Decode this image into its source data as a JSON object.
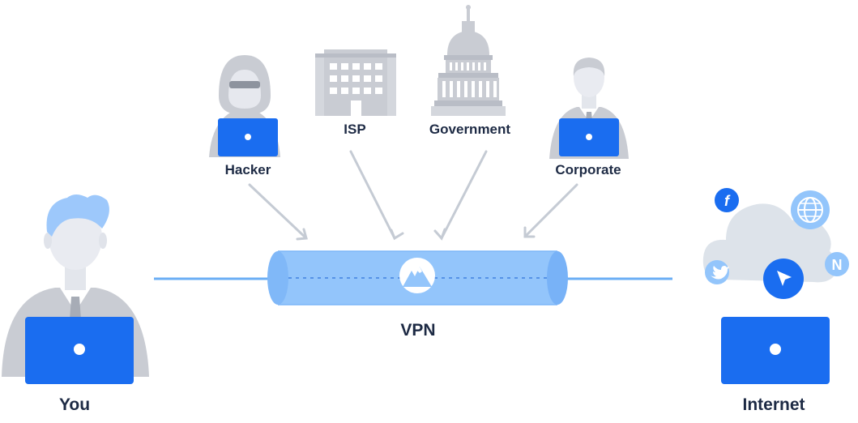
{
  "labels": {
    "you": "You",
    "vpn": "VPN",
    "internet": "Internet",
    "hacker": "Hacker",
    "isp": "ISP",
    "government": "Government",
    "corporate": "Corporate"
  },
  "icons": {
    "user": "person-with-laptop-icon",
    "hacker": "hooded-hacker-icon",
    "isp": "office-building-icon",
    "government": "capitol-building-icon",
    "corporate": "businessman-icon",
    "tunnel_logo": "mountain-logo-icon",
    "cloud": "cloud-icon",
    "facebook": "facebook-icon",
    "globe": "globe-icon",
    "twitter": "twitter-icon",
    "netflix": "netflix-icon",
    "cursor": "cursor-arrow-icon",
    "internet_laptop": "laptop-icon"
  },
  "colors": {
    "primary_blue": "#1a6df0",
    "tunnel_blue": "#93c5fb",
    "line_blue": "#6aaef5",
    "figure_gray": "#c9ccd3",
    "cloud_gray": "#dde3ea",
    "text_dark": "#1d2a44"
  }
}
